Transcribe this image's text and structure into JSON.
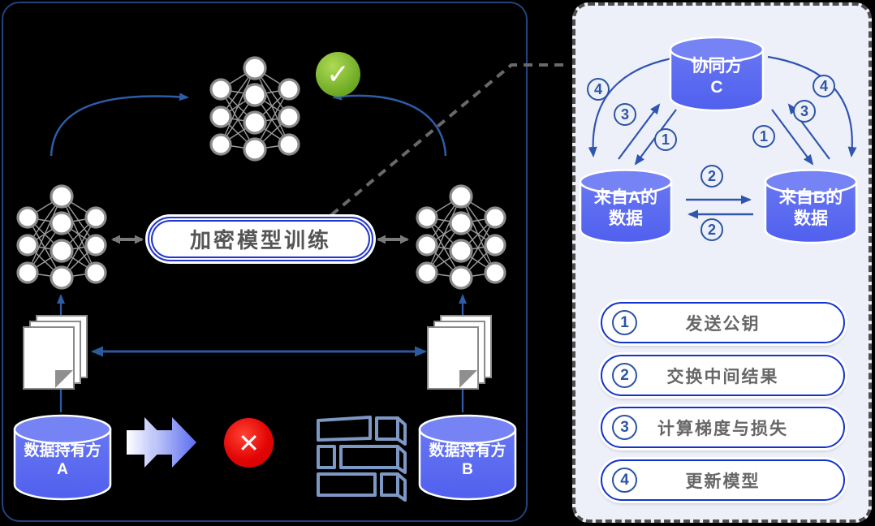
{
  "left_panel": {
    "training_pill_label": "加密模型训练",
    "data_holder_a": {
      "line1": "数据持有方",
      "line2": "A"
    },
    "data_holder_b": {
      "line1": "数据持有方",
      "line2": "B"
    },
    "icons": {
      "check": "✓",
      "cross": "✕"
    }
  },
  "right_panel": {
    "coordinator": {
      "line1": "协同方",
      "line2": "C"
    },
    "data_from_a": {
      "line1": "来自A的",
      "line2": "数据"
    },
    "data_from_b": {
      "line1": "来自B的",
      "line2": "数据"
    },
    "markers": {
      "left": [
        "4",
        "3",
        "1"
      ],
      "right": [
        "4",
        "3",
        "1"
      ],
      "middle": [
        "2",
        "2"
      ]
    },
    "legend": [
      {
        "num": "1",
        "label": "发送公钥"
      },
      {
        "num": "2",
        "label": "交换中间结果"
      },
      {
        "num": "3",
        "label": "计算梯度与损失"
      },
      {
        "num": "4",
        "label": "更新模型"
      }
    ]
  },
  "colors": {
    "background": "#000000",
    "left_panel_border": "#24427e",
    "right_panel_bg": "#eef0f9",
    "right_panel_border": "#4d4d4d",
    "cylinder_blue": "#5a69ef",
    "cylinder_top": "#7583f4",
    "accent_blue_border": "#2236c9",
    "arrow_blue": "#2e5ca6",
    "marker_blue": "#2c55a5",
    "check_green": "#6ca823",
    "cross_red": "#e30505",
    "firewall_steel": "#7e98c5",
    "neutral_gray": "#8a8a8a"
  }
}
